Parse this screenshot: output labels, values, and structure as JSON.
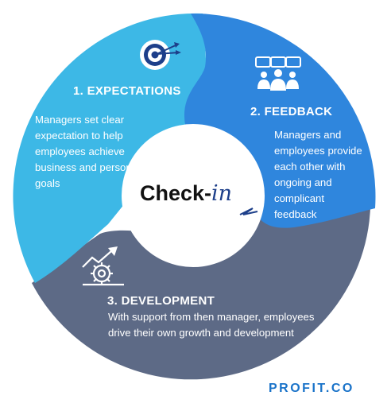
{
  "center": {
    "text_a": "Check-",
    "text_b": "in"
  },
  "segments": [
    {
      "title": "1. EXPECTATIONS",
      "body": "Managers set clear expectation to help employees achieve business and personal goals",
      "icon": "target-icon",
      "color": "#3db8e6"
    },
    {
      "title": "2. FEEDBACK",
      "body": "Managers and employees provide each other with ongoing and complicant feedback",
      "icon": "people-chat-icon",
      "color": "#2f86dd"
    },
    {
      "title": "3. DEVELOPMENT",
      "body": "With support from then manager, employees drive their own growth and development",
      "icon": "gears-growth-icon",
      "color": "#5d6a86"
    }
  ],
  "brand": "PROFIT.CO"
}
